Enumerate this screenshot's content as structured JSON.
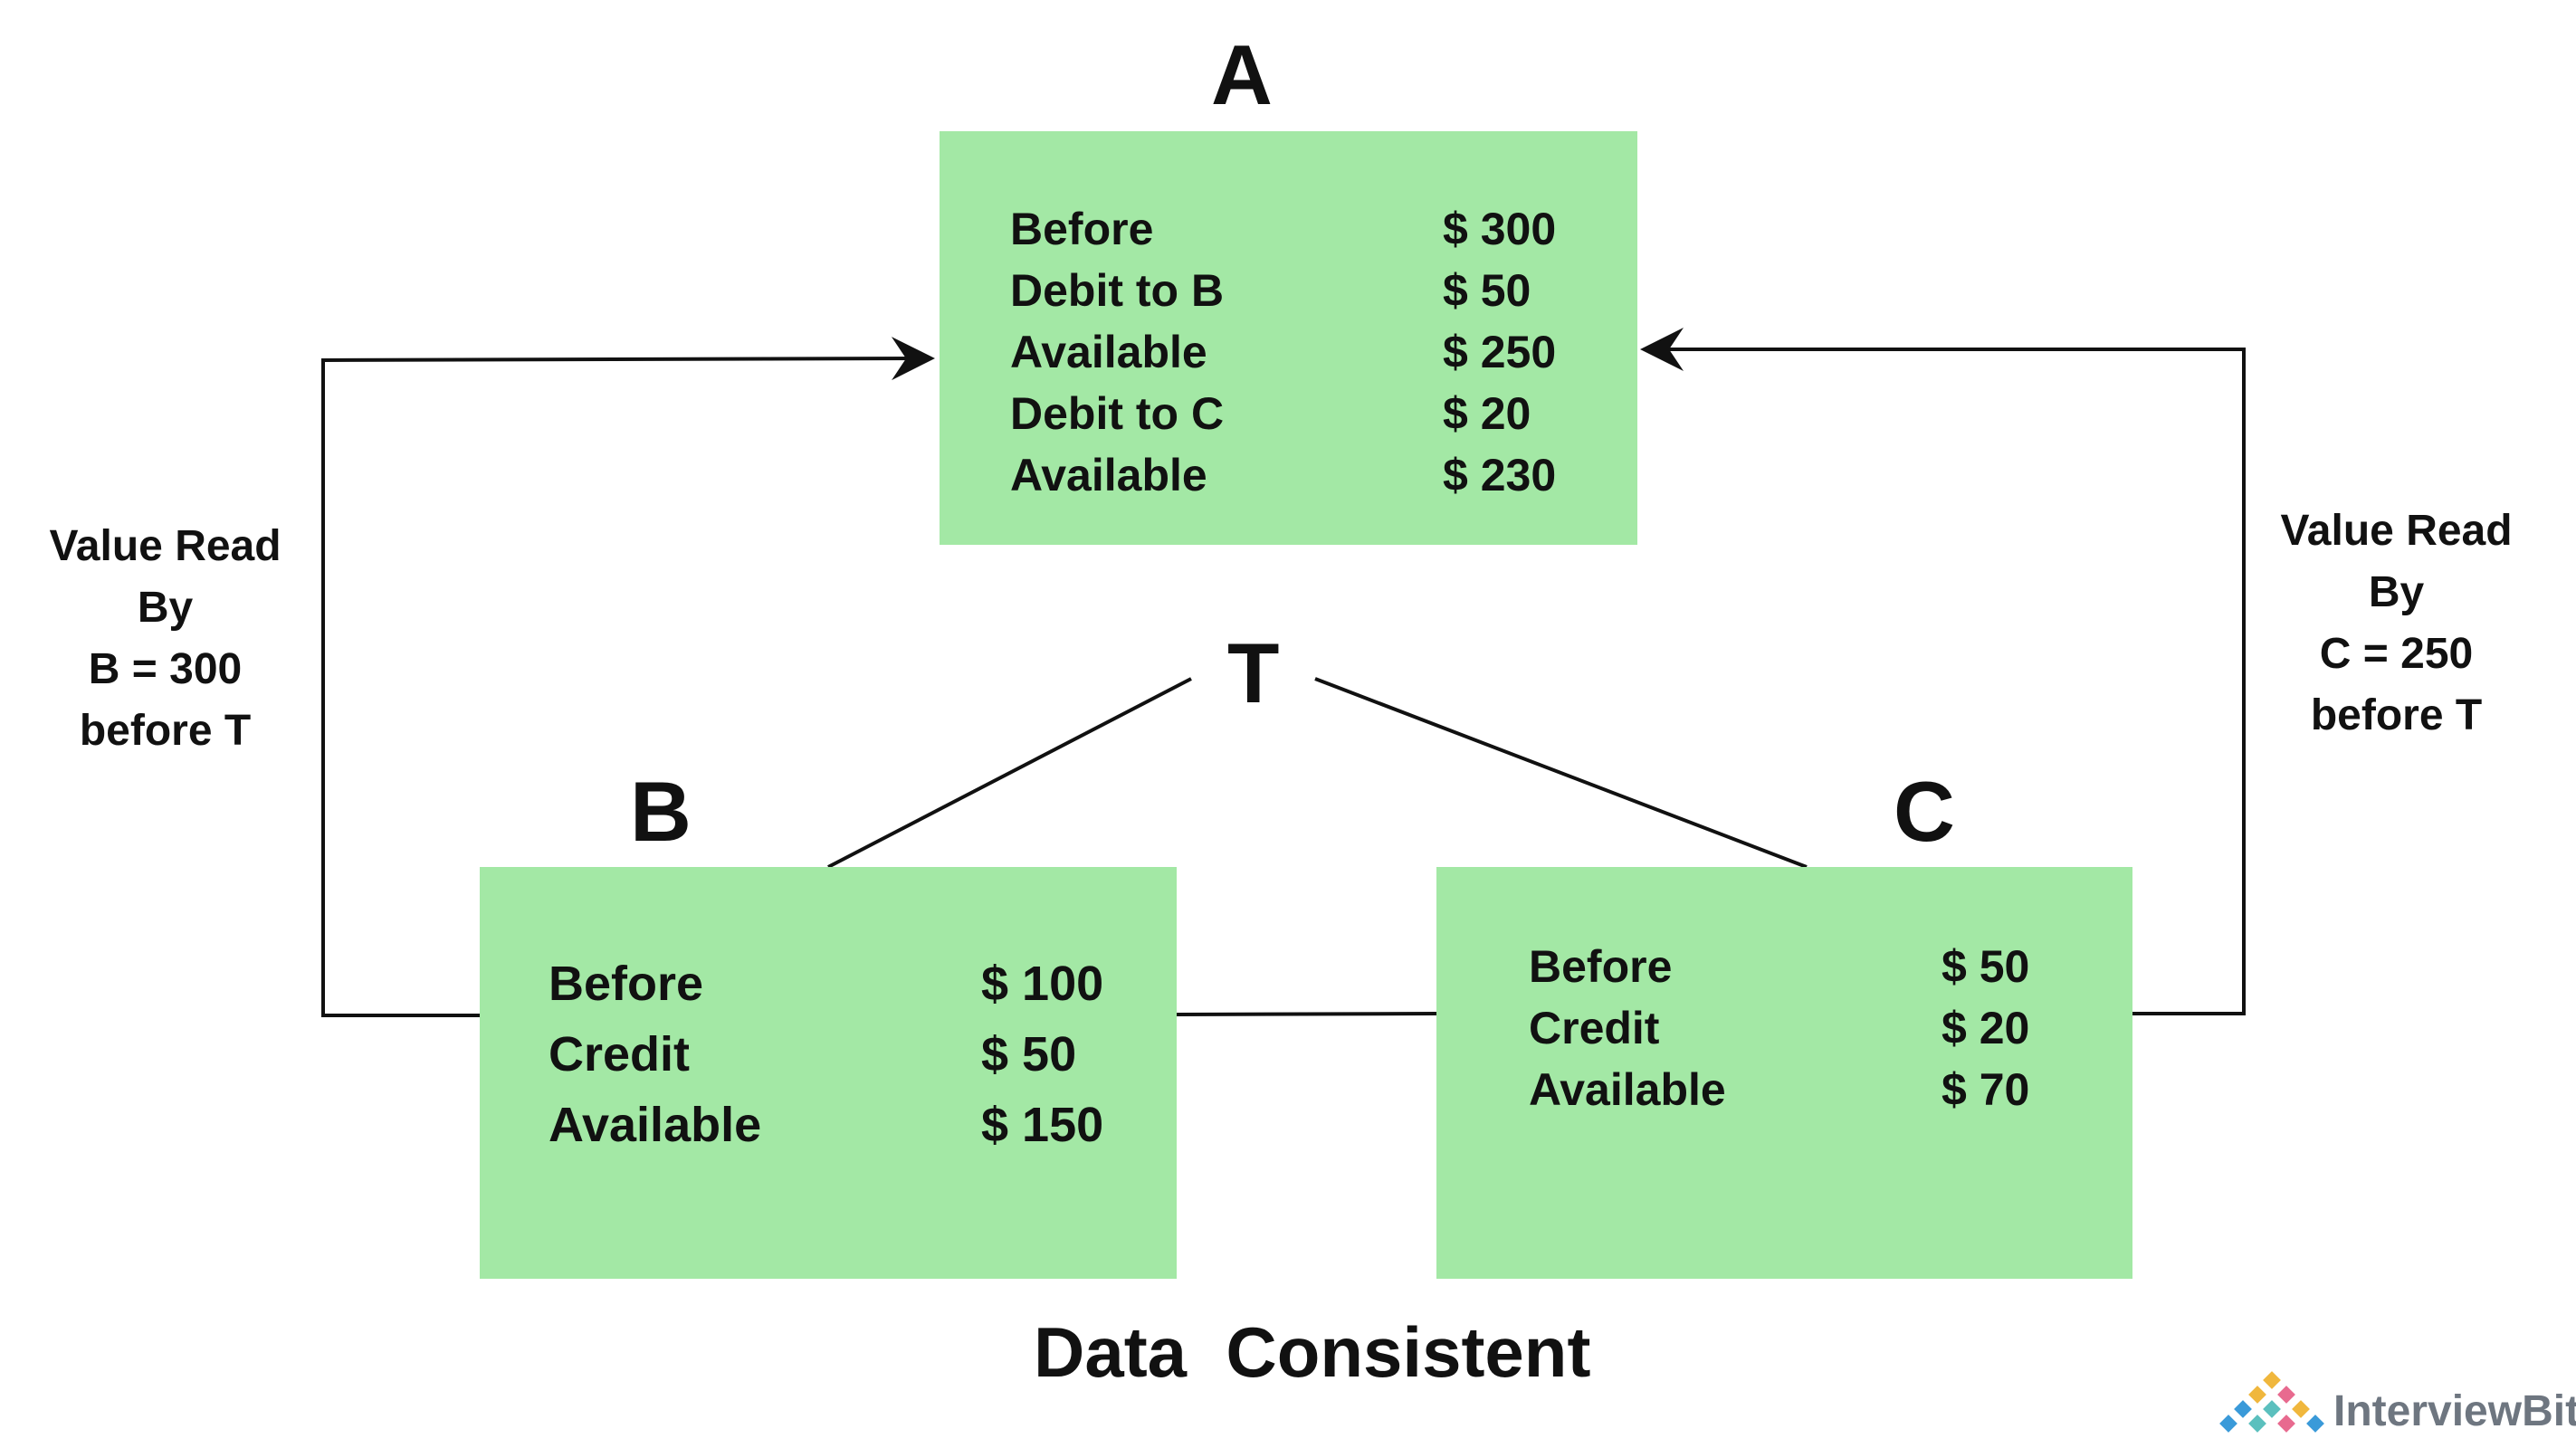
{
  "nodes": {
    "a": {
      "label": "A",
      "rows": [
        {
          "label": "Before",
          "value": "$ 300"
        },
        {
          "label": "Debit to B",
          "value": "$ 50"
        },
        {
          "label": "Available",
          "value": "$ 250"
        },
        {
          "label": "Debit to C",
          "value": "$ 20"
        },
        {
          "label": "Available",
          "value": "$ 230"
        }
      ]
    },
    "b": {
      "label": "B",
      "rows": [
        {
          "label": "Before",
          "value": "$ 100"
        },
        {
          "label": "Credit",
          "value": "$ 50"
        },
        {
          "label": "Available",
          "value": "$ 150"
        }
      ]
    },
    "c": {
      "label": "C",
      "rows": [
        {
          "label": "Before",
          "value": "$ 50"
        },
        {
          "label": "Credit",
          "value": "$ 20"
        },
        {
          "label": "Available",
          "value": "$ 70"
        }
      ]
    },
    "t": {
      "label": "T"
    }
  },
  "notes": {
    "left": [
      "Value Read",
      "By",
      "B = 300",
      "before T"
    ],
    "right": [
      "Value Read",
      "By",
      "C = 250",
      "before T"
    ]
  },
  "caption": "Data  Consistent",
  "brand": {
    "name": "InterviewBit",
    "accent_color": "#3a9ad9"
  },
  "colors": {
    "box_fill": "#a3e8a5",
    "line": "#111111"
  }
}
